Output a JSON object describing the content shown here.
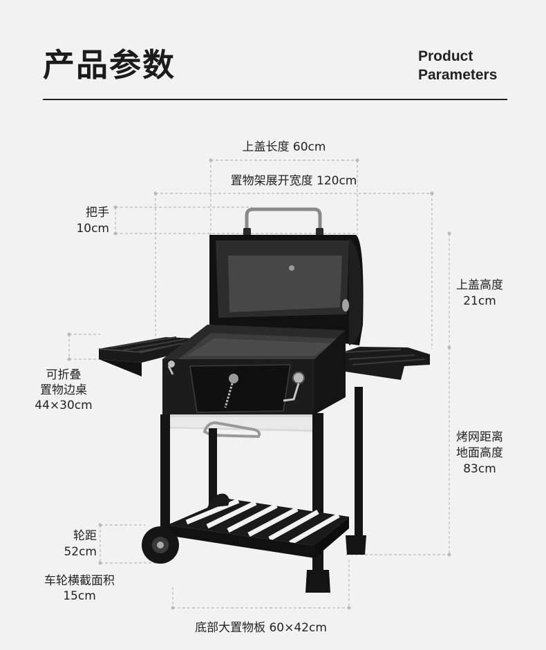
{
  "header": {
    "title": "产品参数",
    "subtitle_line1": "Product",
    "subtitle_line2": "Parameters"
  },
  "specs": {
    "lid_length": "上盖长度 60cm",
    "shelf_width": "置物架展开宽度 120cm",
    "handle_label": "把手",
    "handle_value": "10cm",
    "lid_height_label": "上盖高度",
    "lid_height_value": "21cm",
    "side_table_l1": "可折叠",
    "side_table_l2": "置物边桌",
    "side_table_l3": "44×30cm",
    "grill_height_l1": "烤网距离",
    "grill_height_l2": "地面高度",
    "grill_height_l3": "83cm",
    "wheelbase_label": "轮距",
    "wheelbase_value": "52cm",
    "wheel_section_label": "车轮横截面积",
    "wheel_section_value": "15cm",
    "bottom_shelf": "底部大置物板  60×42cm"
  },
  "colors": {
    "background": "#f2f2f2",
    "text": "#1a1a1a",
    "dimension_line": "#b9b9b9",
    "grill_body": "#1c1c1c"
  }
}
